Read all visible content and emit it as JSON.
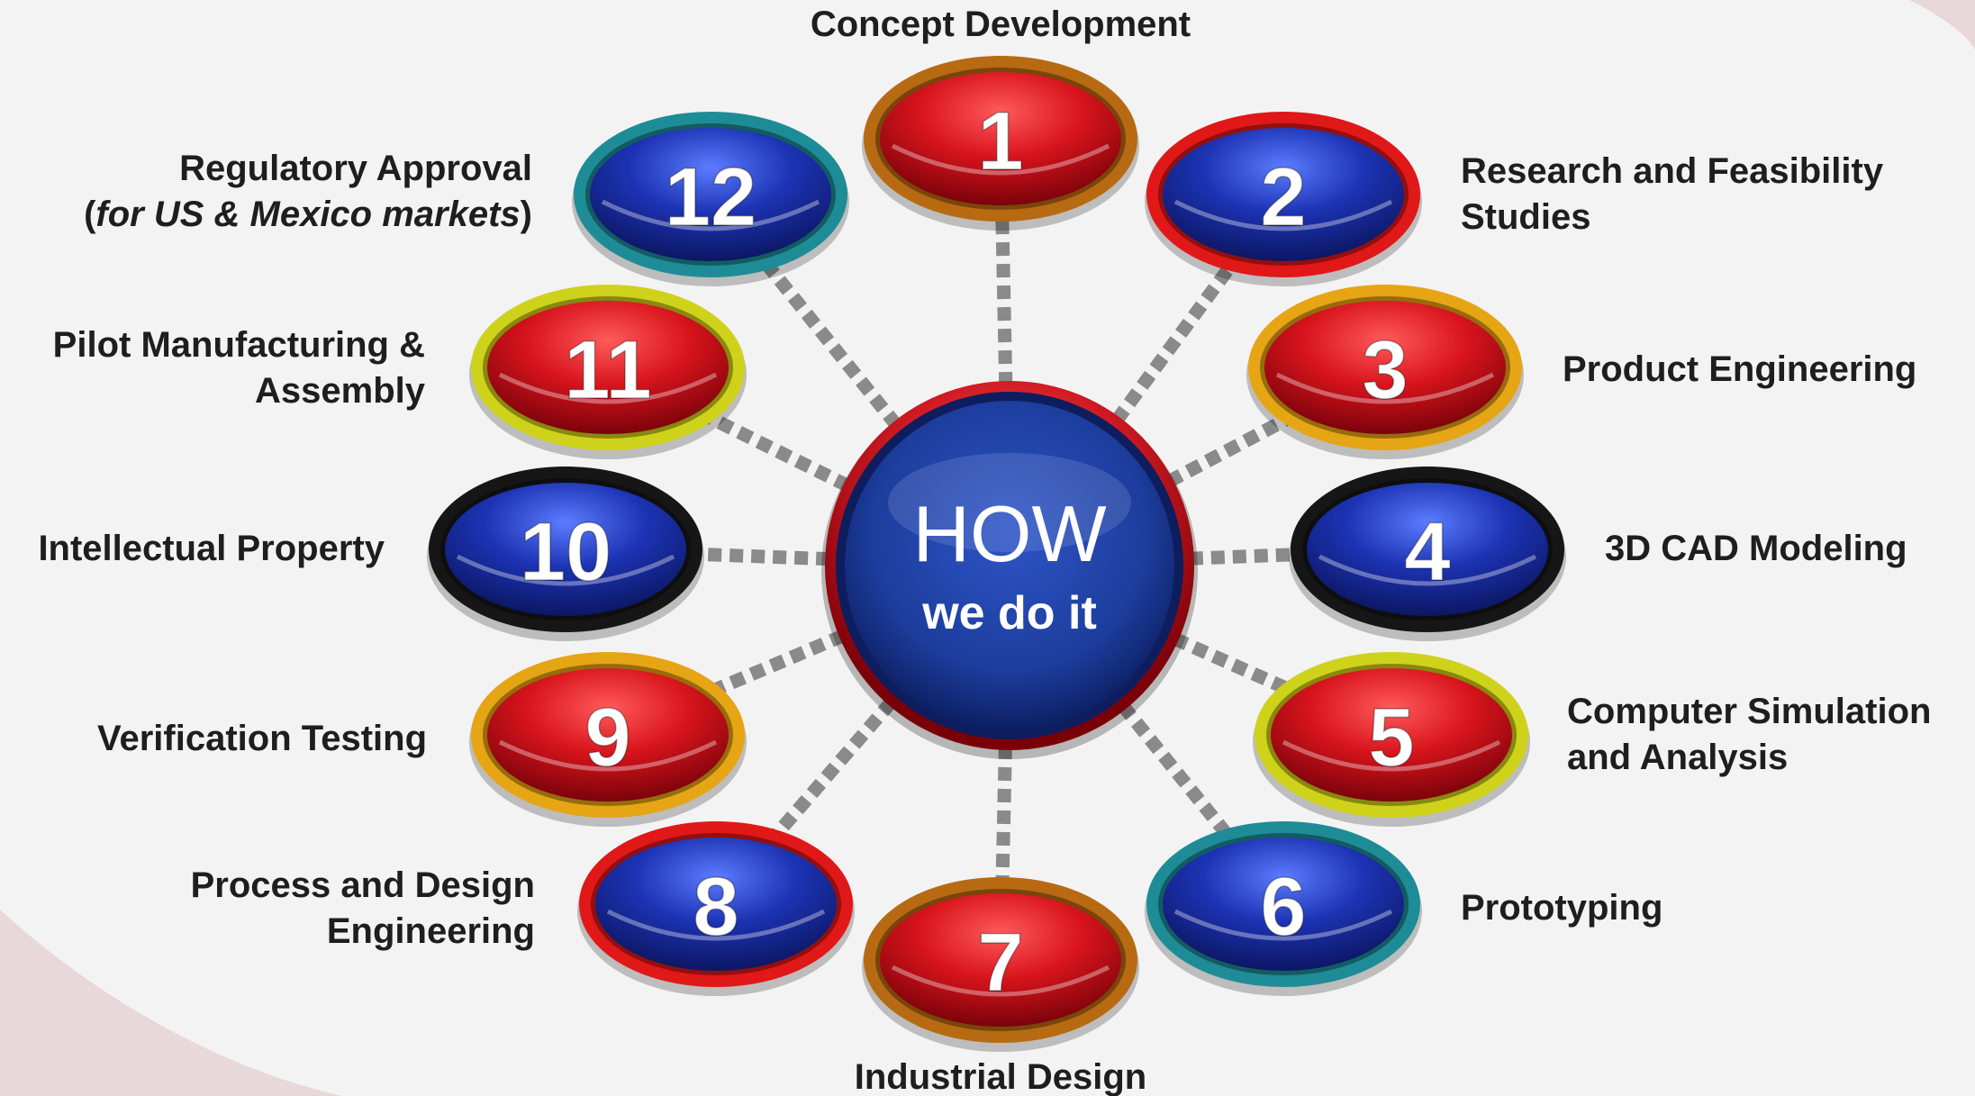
{
  "center": {
    "line1": "HOW",
    "line2": "we do it"
  },
  "steps": [
    {
      "num": "1",
      "label": [
        "Concept Development"
      ],
      "inner": "red",
      "ring": "#b86a12"
    },
    {
      "num": "2",
      "label": [
        "Research and Feasibility",
        "Studies"
      ],
      "inner": "blue",
      "ring": "#e01818"
    },
    {
      "num": "3",
      "label": [
        "Product Engineering"
      ],
      "inner": "red",
      "ring": "#e6a514"
    },
    {
      "num": "4",
      "label": [
        "3D CAD Modeling"
      ],
      "inner": "blue",
      "ring": "#161616"
    },
    {
      "num": "5",
      "label": [
        "Computer Simulation",
        "and Analysis"
      ],
      "inner": "red",
      "ring": "#cfd21a"
    },
    {
      "num": "6",
      "label": [
        "Prototyping"
      ],
      "inner": "blue",
      "ring": "#1e8c96"
    },
    {
      "num": "7",
      "label": [
        "Industrial Design"
      ],
      "inner": "red",
      "ring": "#b86a12"
    },
    {
      "num": "8",
      "label": [
        "Process and Design",
        "Engineering"
      ],
      "inner": "blue",
      "ring": "#e01818"
    },
    {
      "num": "9",
      "label": [
        "Verification Testing"
      ],
      "inner": "red",
      "ring": "#e6a514"
    },
    {
      "num": "10",
      "label": [
        "Intellectual Property"
      ],
      "inner": "blue",
      "ring": "#161616"
    },
    {
      "num": "11",
      "label": [
        "Pilot Manufacturing &",
        "Assembly"
      ],
      "inner": "red",
      "ring": "#cfd21a"
    },
    {
      "num": "12",
      "label": [
        "Regulatory Approval",
        "(for US & Mexico markets)"
      ],
      "inner": "blue",
      "ring": "#1e8c96"
    }
  ],
  "colors": {
    "connector": "#8a8a8a",
    "text": "#1e1e1e",
    "center_ring": "#d01a22",
    "center_fill": "#1c3d9c"
  }
}
